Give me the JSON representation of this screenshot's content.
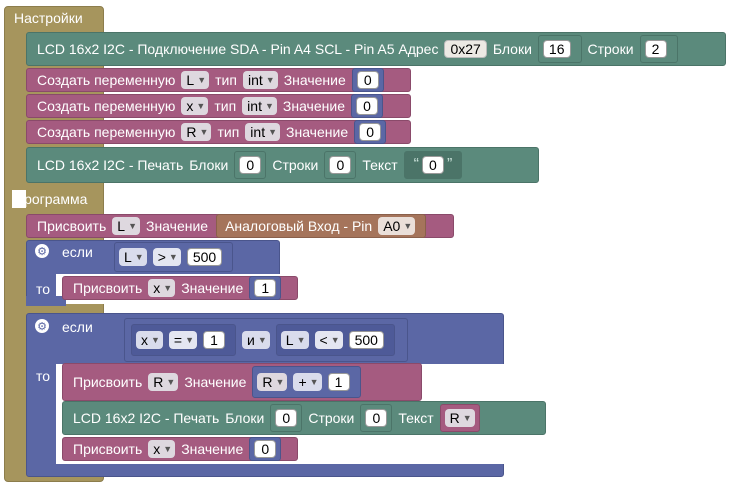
{
  "setup": {
    "header": "Настройки",
    "lcd_init": {
      "label": "LCD 16x2 I2C - Подключение  SDA - Pin A4 SCL - Pin A5 Адрес",
      "address": "0x27",
      "cols_label": "Блоки",
      "cols": "16",
      "rows_label": "Строки",
      "rows": "2"
    },
    "vars": [
      {
        "create": "Создать переменную",
        "name": "L",
        "type_label": "тип",
        "type": "int",
        "value_label": "Значение",
        "value": "0"
      },
      {
        "create": "Создать переменную",
        "name": "x",
        "type_label": "тип",
        "type": "int",
        "value_label": "Значение",
        "value": "0"
      },
      {
        "create": "Создать переменную",
        "name": "R",
        "type_label": "тип",
        "type": "int",
        "value_label": "Значение",
        "value": "0"
      }
    ],
    "lcd_print": {
      "label": "LCD 16x2 I2C - Печать",
      "cols_label": "Блоки",
      "col": "0",
      "rows_label": "Строки",
      "row": "0",
      "text_label": "Текст",
      "text": "0",
      "open_quote": "“",
      "close_quote": "”"
    }
  },
  "loop": {
    "header": "Программа",
    "assign_analog": {
      "label": "Присвоить",
      "var": "L",
      "value_label": "Значение",
      "analog_label": "Аналоговый Вход - Pin",
      "pin": "A0"
    },
    "if1": {
      "if_label": "если",
      "then_label": "то",
      "left": "L",
      "op": ">",
      "right": "500",
      "assign": {
        "label": "Присвоить",
        "var": "x",
        "value_label": "Значение",
        "value": "1"
      }
    },
    "if2": {
      "if_label": "если",
      "then_label": "то",
      "c1_left": "x",
      "c1_op": "=",
      "c1_right": "1",
      "logic": "и",
      "c2_left": "L",
      "c2_op": "<",
      "c2_right": "500",
      "assign_r": {
        "label": "Присвоить",
        "var": "R",
        "value_label": "Значение",
        "a": "R",
        "op": "+",
        "b": "1"
      },
      "print": {
        "label": "LCD 16x2 I2C - Печать",
        "cols_label": "Блоки",
        "col": "0",
        "rows_label": "Строки",
        "row": "0",
        "text_label": "Текст",
        "text_var": "R"
      },
      "assign_x": {
        "label": "Присвоить",
        "var": "x",
        "value_label": "Значение",
        "value": "0"
      }
    }
  },
  "colors": {
    "setup": "#a6955d",
    "lcd": "#5b8a7c",
    "var": "#a55b80",
    "logic": "#5b67a5",
    "io": "#a5745b"
  }
}
